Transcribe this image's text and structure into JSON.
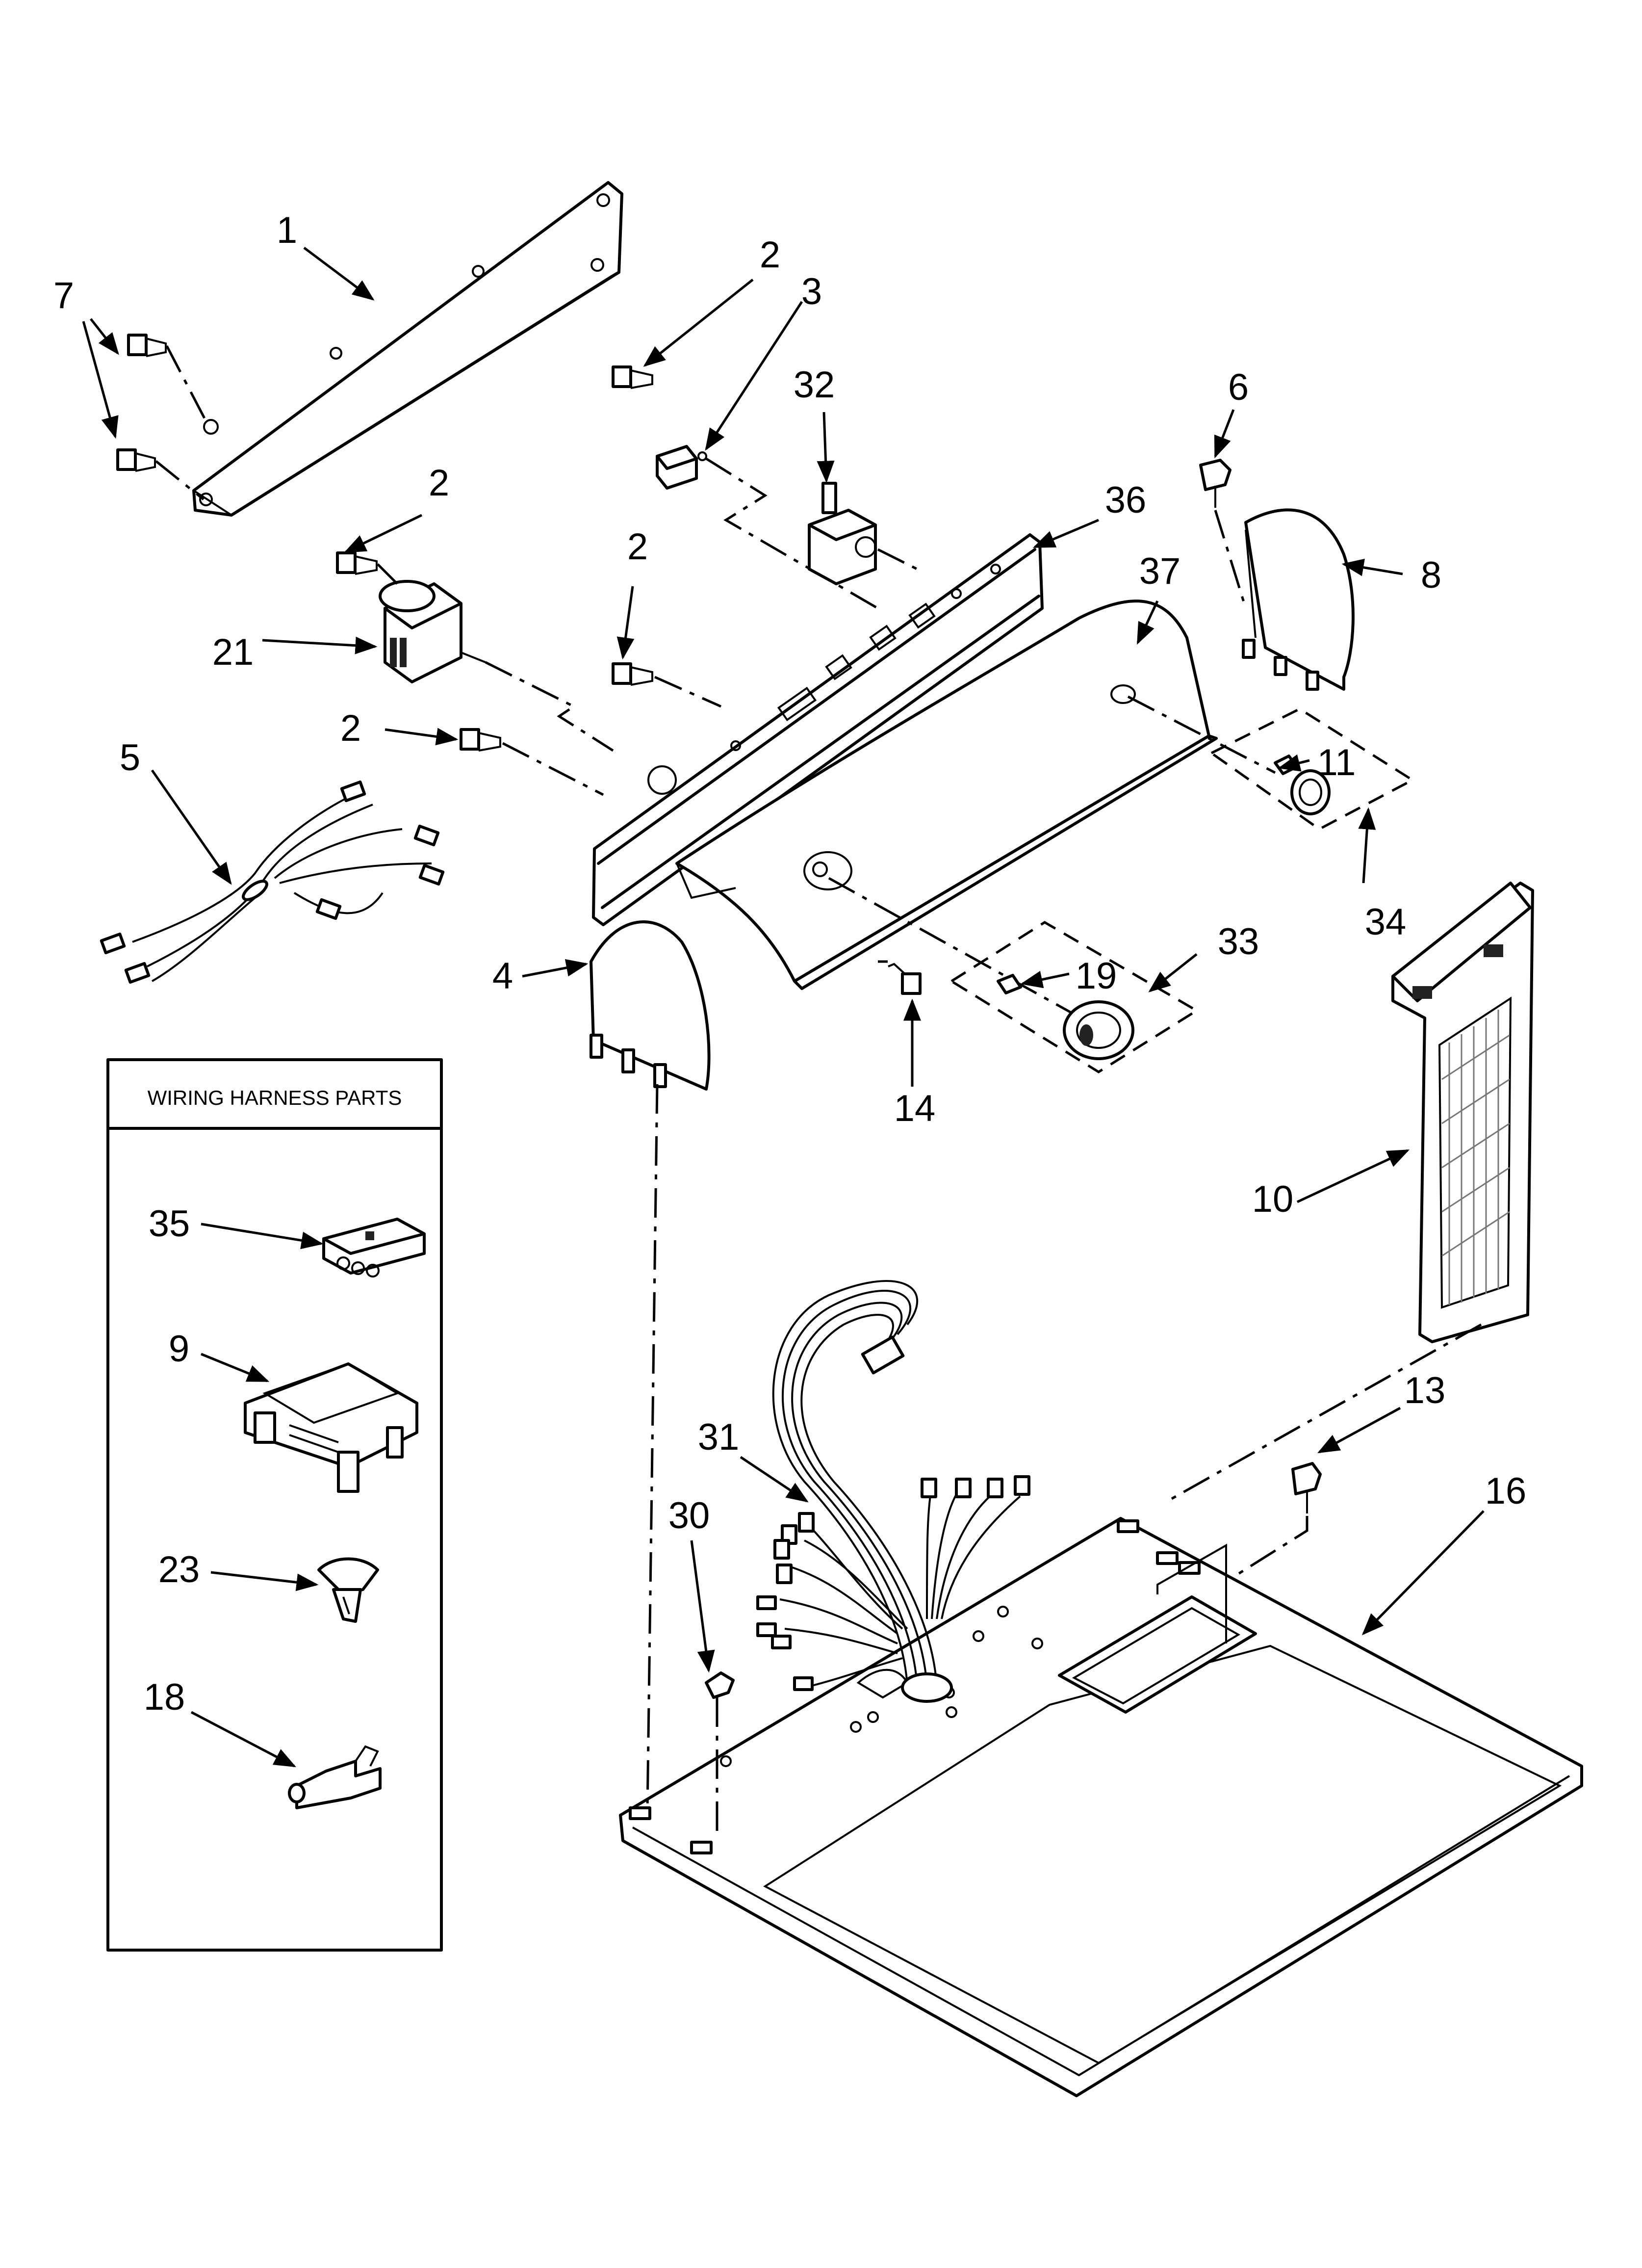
{
  "wiring_box": {
    "title": "WIRING HARNESS PARTS"
  },
  "labels": {
    "p1": "1",
    "p2a": "2",
    "p2b": "2",
    "p2c": "2",
    "p2d": "2",
    "p3": "3",
    "p4": "4",
    "p5": "5",
    "p6": "6",
    "p7": "7",
    "p8": "8",
    "p9": "9",
    "p10": "10",
    "p11": "11",
    "p13": "13",
    "p14": "14",
    "p16": "16",
    "p18": "18",
    "p19": "19",
    "p21": "21",
    "p23": "23",
    "p30": "30",
    "p31": "31",
    "p32": "32",
    "p33": "33",
    "p34": "34",
    "p35": "35",
    "p36": "36",
    "p37": "37"
  }
}
